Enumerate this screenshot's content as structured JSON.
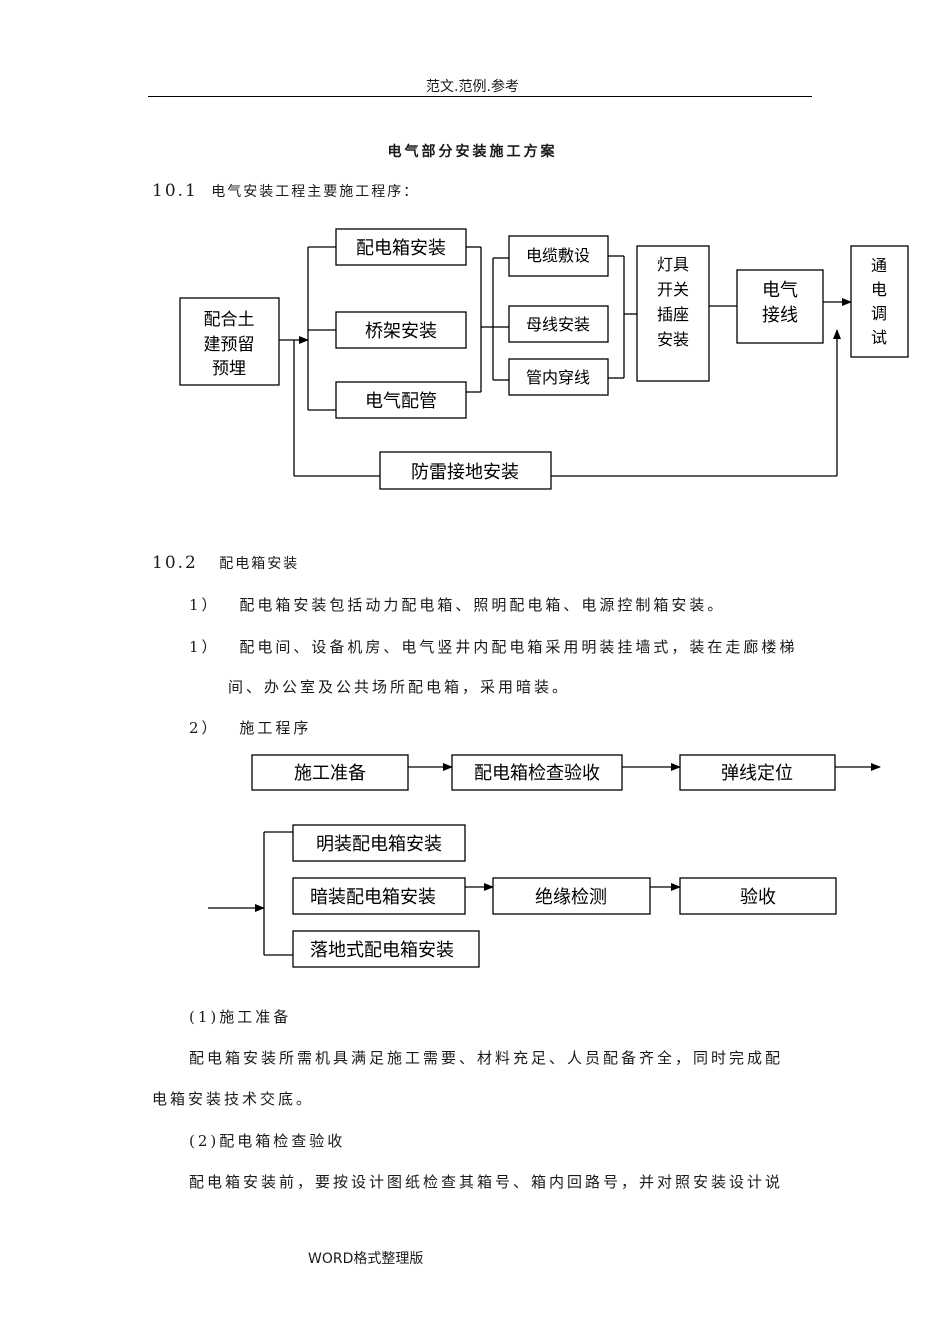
{
  "header": {
    "text": "范文.范例.参考"
  },
  "title": "电气部分安装施工方案",
  "section_10_1": {
    "number": "10.1",
    "text": "电气安装工程主要施工程序："
  },
  "diagram1": {
    "source": [
      "配合土",
      "建预留",
      "预埋"
    ],
    "branch_a": [
      "配电箱安装",
      "桥架安装",
      "电气配管"
    ],
    "branch_b": [
      "电缆敷设",
      "母线安装",
      "管内穿线"
    ],
    "fixtures": [
      "灯具",
      "开关",
      "插座",
      "安装"
    ],
    "wiring": [
      "电气",
      "接线"
    ],
    "test": [
      "通",
      "电",
      "调",
      "试"
    ],
    "grounding": "防雷接地安装"
  },
  "section_10_2": {
    "number": "10.2",
    "text": "配电箱安装"
  },
  "items": {
    "p1": {
      "num": "1）",
      "text": "配电箱安装包括动力配电箱、照明配电箱、电源控制箱安装。"
    },
    "p2": {
      "num": "1）",
      "text": "配电间、设备机房、电气竖井内配电箱采用明装挂墙式，装在走廊楼梯",
      "cont": "间、办公室及公共场所配电箱，采用暗装。"
    },
    "p3": {
      "num": "2）",
      "text": "施工程序"
    }
  },
  "diagram2": {
    "row1": [
      "施工准备",
      "配电箱检查验收",
      "弹线定位"
    ],
    "branch": [
      "明装配电箱安装",
      "暗装配电箱安装",
      "落地式配电箱安装"
    ],
    "tail": [
      "绝缘检测",
      "验收"
    ]
  },
  "step1": {
    "heading": "(1)施工准备",
    "line1": "配电箱安装所需机具满足施工需要、材料充足、人员配备齐全，同时完成配",
    "line2": "电箱安装技术交底。"
  },
  "step2": {
    "heading": "(2)配电箱检查验收",
    "line1": "配电箱安装前，要按设计图纸检查其箱号、箱内回路号，并对照安装设计说"
  },
  "footer": {
    "text": "WORD格式整理版"
  }
}
